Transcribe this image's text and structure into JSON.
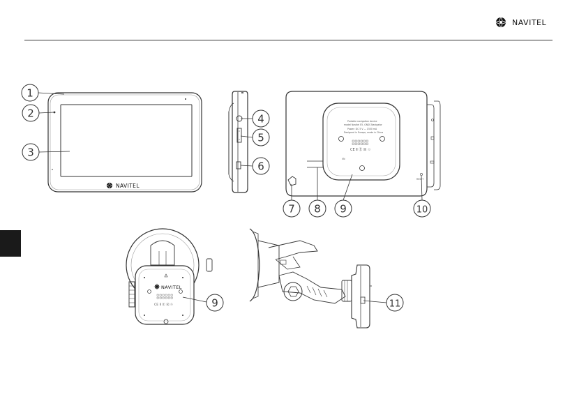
{
  "brand": {
    "name": "NAVITEL"
  },
  "device": {
    "front_logo": "NAVITEL",
    "back_label_lines": [
      "Portable navigation device",
      "model Navitel E5, GNSS Navigator",
      "Power: DC 5 V — 1500 mA",
      "Designed in Europe, made in China"
    ],
    "back_marks": "CE Ⅱ Ⓔ ☒ ♲",
    "vn_label": "VN",
    "reset_label": "RESET",
    "mount_logo": "NAVITEL",
    "mount_marks": "CE Ⅱ Ⓔ ☒ ♲"
  },
  "callouts": [
    "1",
    "2",
    "3",
    "4",
    "5",
    "6",
    "7",
    "8",
    "9",
    "10",
    "9",
    "11"
  ],
  "colors": {
    "ink": "#333333",
    "tab": "#1a1a1a"
  },
  "icons": {
    "brand": "navitel-compass-logo"
  }
}
